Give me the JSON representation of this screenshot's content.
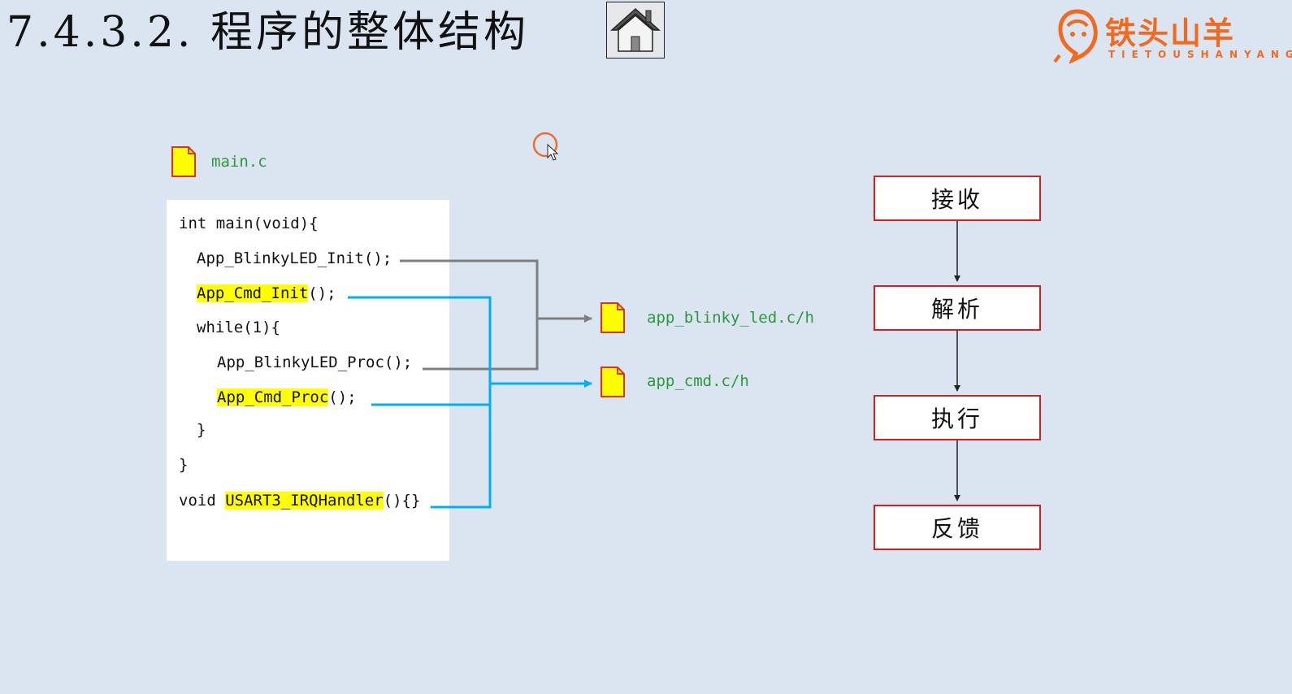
{
  "title": "7.4.3.2. 程序的整体结构",
  "logo": {
    "text": "铁头山羊",
    "subtext": "TIETOUSHANYANG"
  },
  "files": {
    "main": "main.c",
    "blinky": "app_blinky_led.c/h",
    "cmd": "app_cmd.c/h"
  },
  "code": {
    "line1": "int main(void){",
    "line2": "App_BlinkyLED_Init();",
    "line3_fn": "App_Cmd_Init",
    "line3_rest": "();",
    "line4": "while(1){",
    "line5": "App_BlinkyLED_Proc();",
    "line6_fn": "App_Cmd_Proc",
    "line6_rest": "();",
    "line7": "}",
    "line8": "}",
    "line9_pre": "void ",
    "line9_fn": "USART3_IRQHandler",
    "line9_rest": "(){}"
  },
  "flow": {
    "steps": [
      "接收",
      "解析",
      "执行",
      "反馈"
    ]
  },
  "colors": {
    "background": "#dbe5f1",
    "highlight": "#ffff00",
    "blinky_connector": "#7f7f7f",
    "cmd_connector": "#00b0f0",
    "file_icon": "#ffff00",
    "file_icon_border": "#e03020",
    "step_border": "#d42020",
    "filename_text": "#2a9a3a",
    "logo": "#f06a20"
  },
  "icons": {
    "home": "home-icon",
    "file": "file-icon",
    "logo": "goat-head-icon",
    "cursor": "cursor-icon"
  }
}
